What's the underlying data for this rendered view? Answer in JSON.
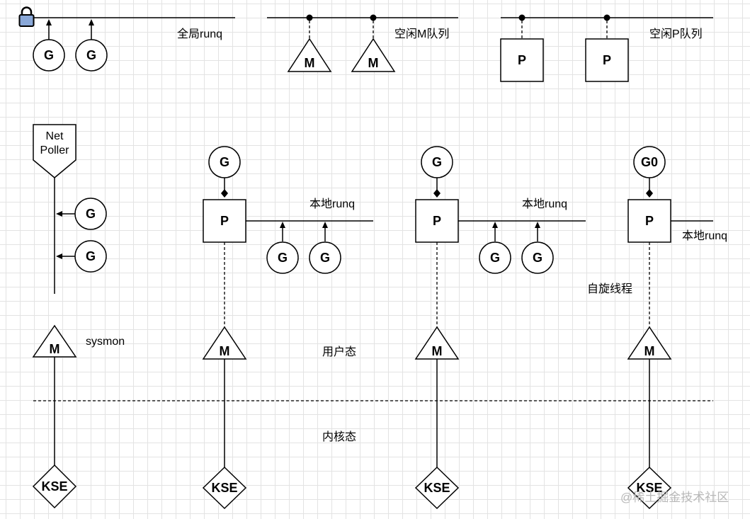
{
  "labels": {
    "global_runq": "全局runq",
    "idle_m_queue": "空闲M队列",
    "idle_p_queue": "空闲P队列",
    "local_runq": "本地runq",
    "spinning_thread": "自旋线程",
    "sysmon": "sysmon",
    "user_mode": "用户态",
    "kernel_mode": "内核态"
  },
  "netpoller": {
    "line1": "Net",
    "line2": "Poller"
  },
  "glyphs": {
    "g": "G",
    "g0": "G0",
    "m": "M",
    "p": "P",
    "kse": "KSE"
  },
  "watermark": "@稀土掘金技术社区",
  "icons": {
    "lock": "lock-icon"
  },
  "colors": {
    "lock_body": "#8aa8d8"
  }
}
